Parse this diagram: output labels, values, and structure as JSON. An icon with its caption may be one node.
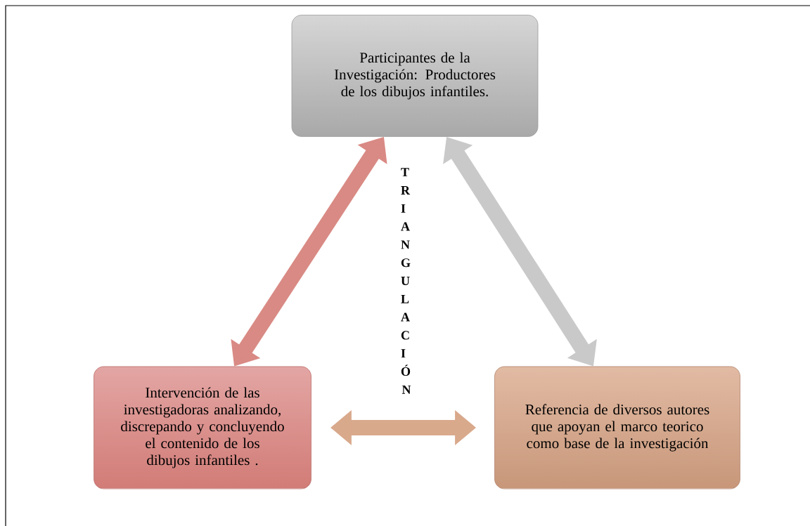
{
  "diagram": {
    "nodes": [
      {
        "text": [
          "Participantes de la Investigación: Productores de los dibujos infantiles."
        ]
      },
      {
        "text": [
          "Intervención de las investigadoras analizando, discrepando y concluyendo el contenido de los dibujos infantiles ."
        ]
      },
      {
        "text": [
          "Referencia de diversos autores que apoyan el marco teorico como base de la investigación"
        ]
      }
    ],
    "edges": [
      {
        "from": 1,
        "to": 0,
        "arrow": "both",
        "color": "#d98a84"
      },
      {
        "from": 0,
        "to": 2,
        "arrow": "both",
        "color": "#c9c9c9"
      },
      {
        "from": 1,
        "to": 2,
        "arrow": "both",
        "color": "#d9a98c"
      }
    ],
    "labels": [
      "TRIANGULACIÓN"
    ]
  }
}
